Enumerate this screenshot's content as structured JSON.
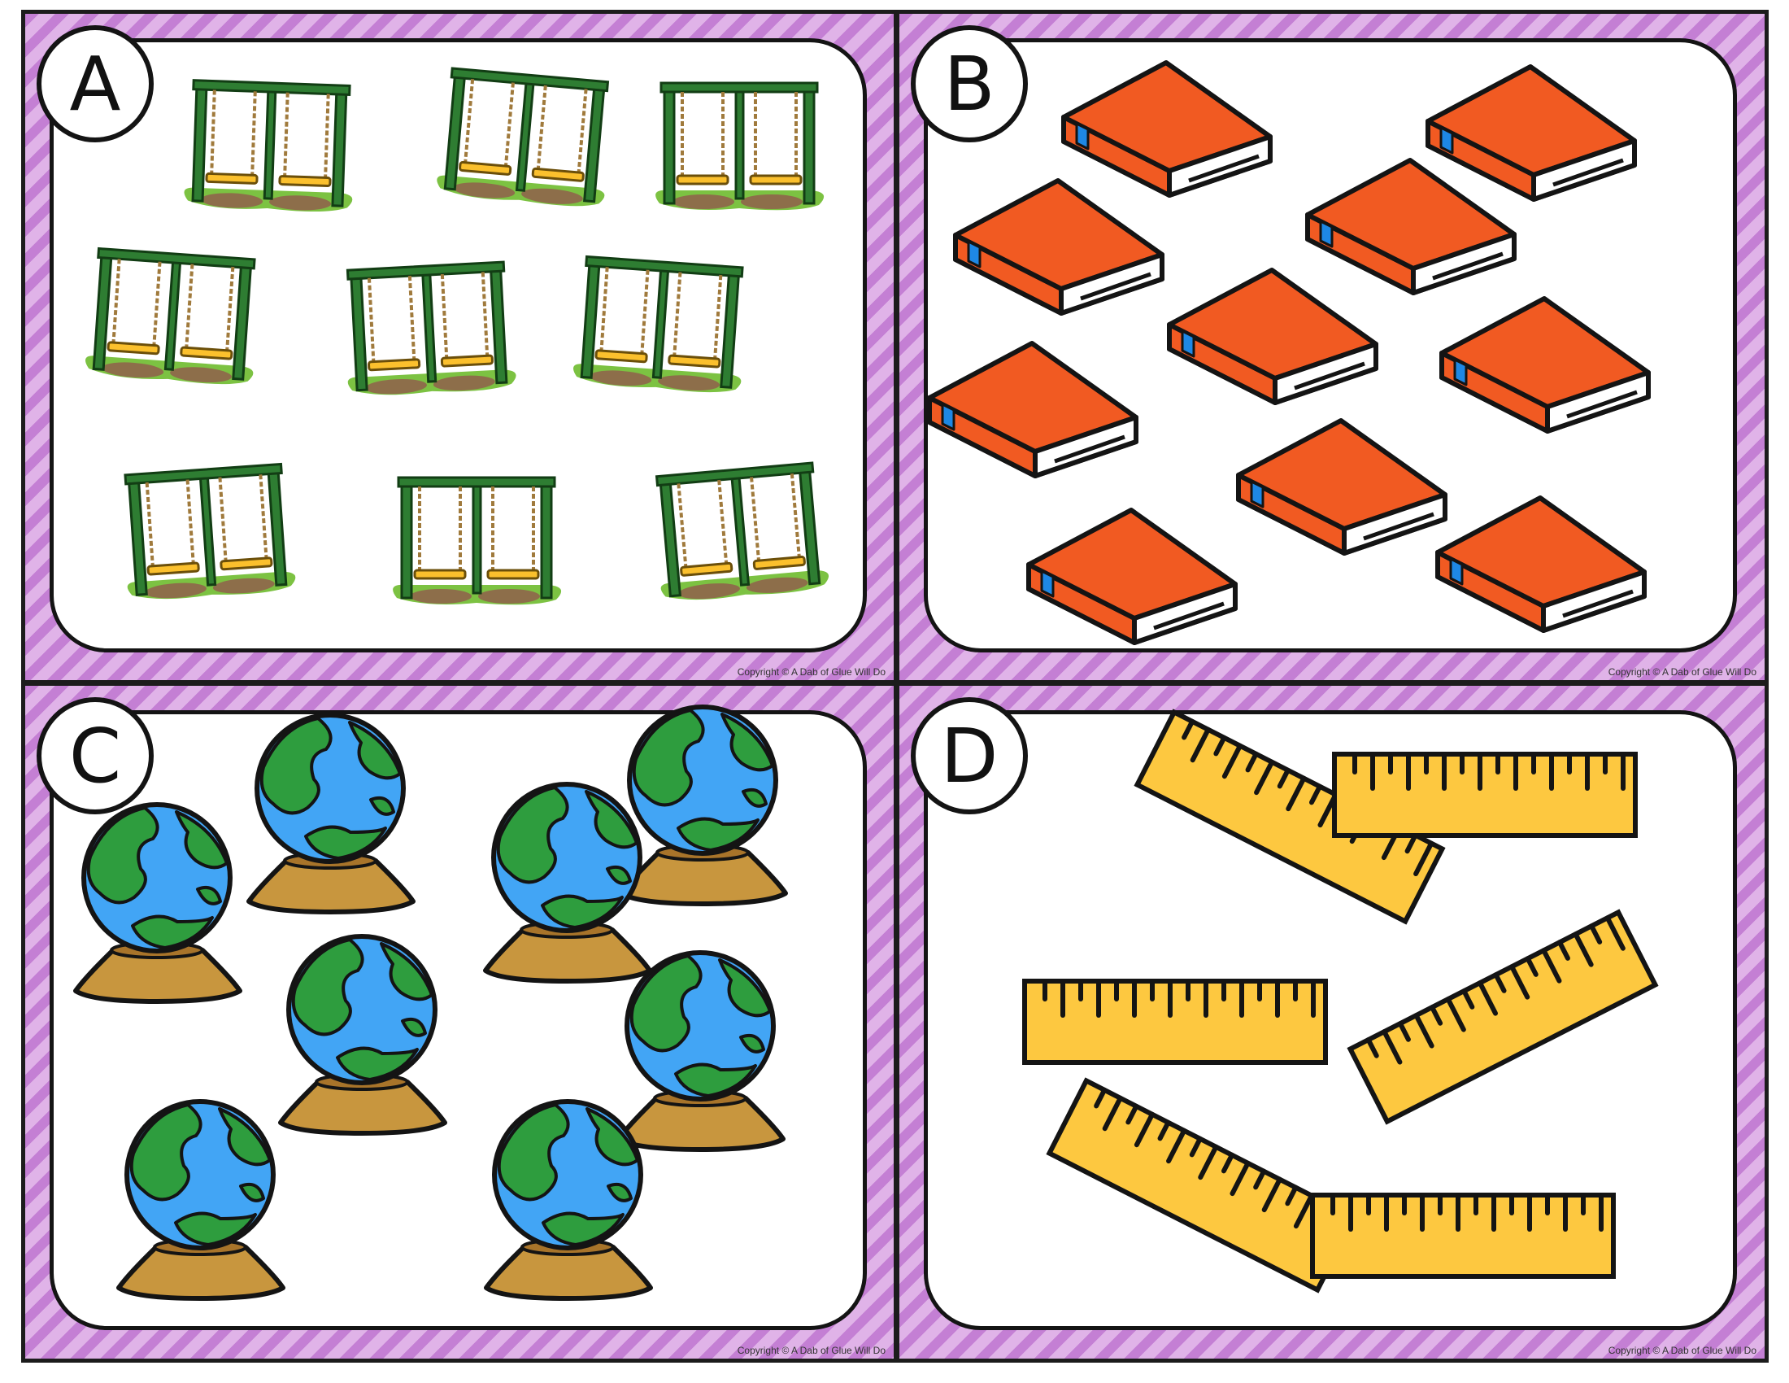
{
  "cards": [
    {
      "letter": "A",
      "item": "swing-set",
      "count": 9,
      "copyright": "Copyright © A Dab of Glue Will Do"
    },
    {
      "letter": "B",
      "item": "book",
      "count": 10,
      "copyright": "Copyright © A Dab of Glue Will Do"
    },
    {
      "letter": "C",
      "item": "globe",
      "count": 8,
      "copyright": "Copyright © A Dab of Glue Will Do"
    },
    {
      "letter": "D",
      "item": "ruler",
      "count": 6,
      "copyright": "Copyright © A Dab of Glue Will Do"
    }
  ],
  "colors": {
    "border_light": "#e0b3e8",
    "border_dark": "#c47fd4",
    "swing_frame": "#2e7d32",
    "swing_seat": "#fbc02d",
    "grass": "#7cc242",
    "book_cover": "#f15a22",
    "book_spine": "#1e88e5",
    "globe_ocean": "#42a5f5",
    "globe_land": "#2e9d3e",
    "globe_base": "#c8963e",
    "ruler": "#fdc840"
  }
}
